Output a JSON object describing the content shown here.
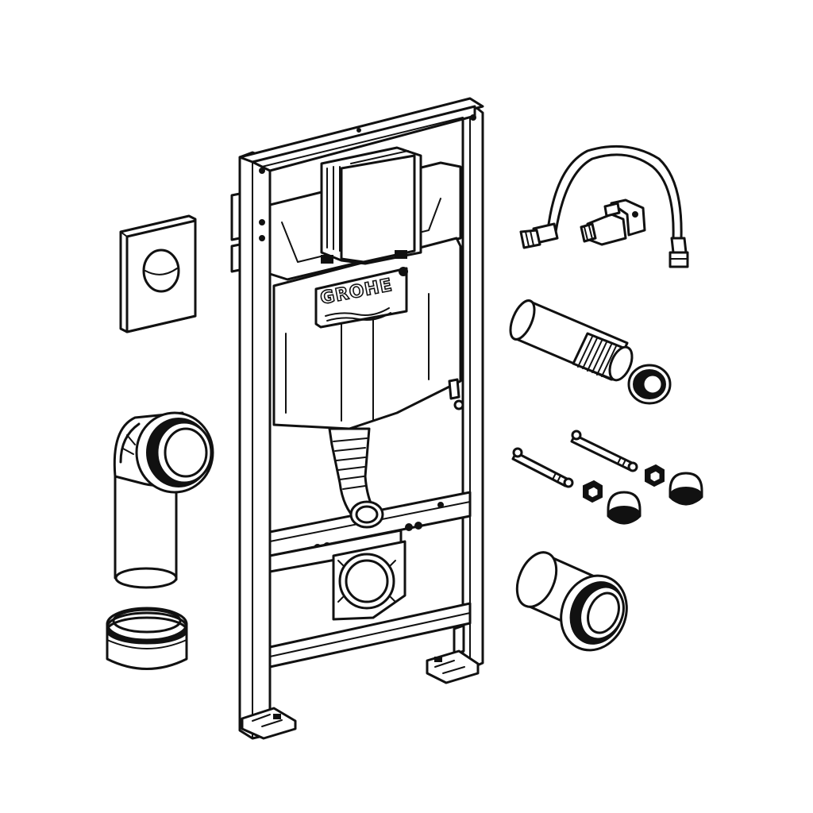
{
  "figure": {
    "brand_text": "GROHE",
    "line_color": "#111111",
    "background": "#ffffff",
    "components": [
      {
        "id": "flush-plate",
        "icon": "flush-plate-icon"
      },
      {
        "id": "installation-frame",
        "icon": "installation-frame-icon"
      },
      {
        "id": "cistern",
        "icon": "cistern-icon"
      },
      {
        "id": "water-hose-with-valve",
        "icon": "hose-icon"
      },
      {
        "id": "flush-pipe-with-seal",
        "icon": "pipe-icon"
      },
      {
        "id": "threaded-rods-nuts-caps",
        "icon": "bolt-icon"
      },
      {
        "id": "drain-elbow",
        "icon": "elbow-icon"
      },
      {
        "id": "pipe-coupling",
        "icon": "coupling-icon"
      },
      {
        "id": "connection-sleeve",
        "icon": "sleeve-icon"
      }
    ]
  }
}
